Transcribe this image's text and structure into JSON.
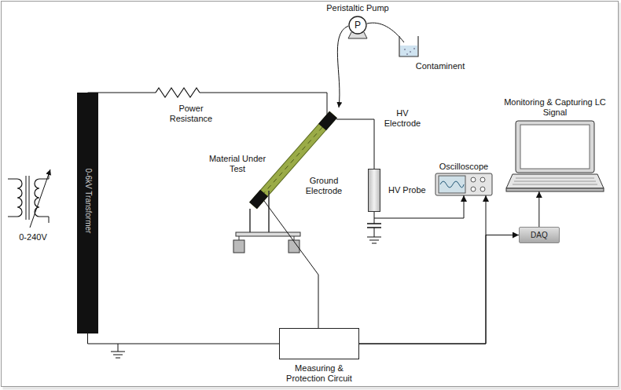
{
  "diagram": {
    "nodes": [
      {
        "text": [
          "Peristaltic Pump",
          "P"
        ]
      },
      {
        "text": [
          "0-6kV Transformer"
        ]
      },
      {
        "text": [
          "Oscilloscope"
        ]
      },
      {
        "text": [
          "Monitoring & Capturing LC Signal"
        ]
      },
      {
        "text": [
          "HV Probe"
        ]
      },
      {
        "text": [
          "DAQ"
        ]
      },
      {
        "text": [
          "Measuring & Protection Circuit"
        ]
      }
    ],
    "edges": [
      {
        "from": 4,
        "to": 2,
        "arrow": "to"
      },
      {
        "from": 6,
        "to": 2,
        "arrow": "to"
      },
      {
        "from": 6,
        "to": 5,
        "arrow": "to"
      },
      {
        "from": 5,
        "to": 3,
        "arrow": "to"
      },
      {
        "from": 1,
        "to": 6,
        "arrow": "none"
      }
    ],
    "labels": [
      "0-240V",
      "Power Resistance",
      "Material Under Test",
      "HV Electrode",
      "Ground Electrode",
      "Contaminent"
    ]
  }
}
